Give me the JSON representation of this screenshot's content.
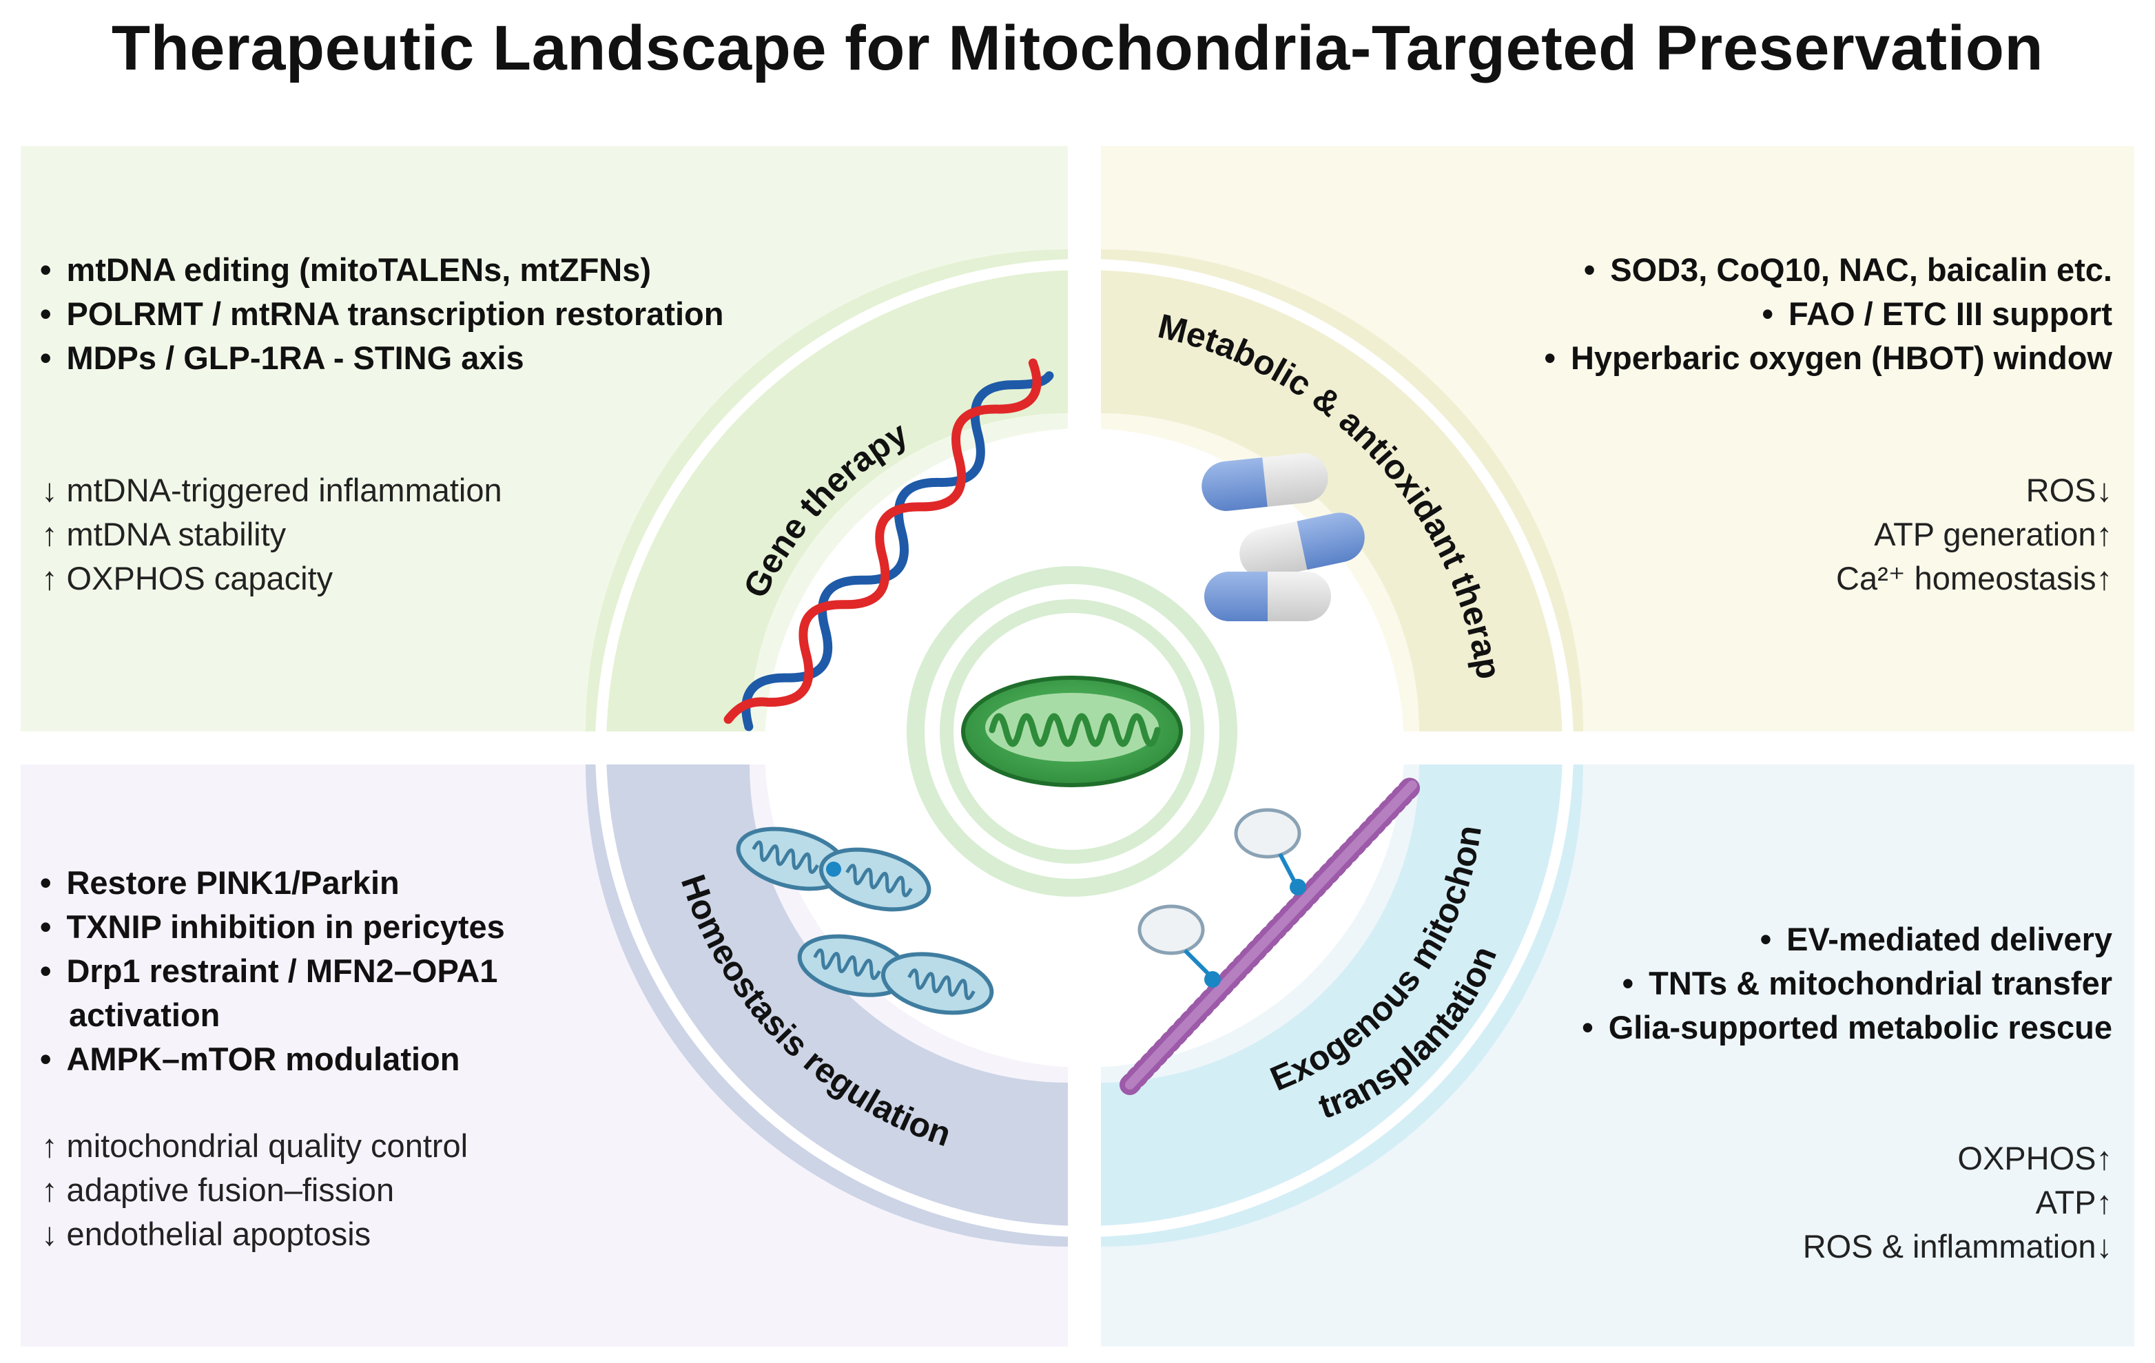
{
  "title": "Therapeutic Landscape for Mitochondria-Targeted Preservation",
  "colors": {
    "gene_panel": "#f2f8e9",
    "gene_ring": "#e4f1d4",
    "metabolic_panel": "#fbf9ea",
    "metabolic_ring": "#f1efd2",
    "homeostasis_panel": "#f6f3fb",
    "homeostasis_ring": "#ccd4e6",
    "transplant_panel": "#eef6fa",
    "transplant_ring": "#d4eef6",
    "center_green": "#4caf50"
  },
  "quadrants": {
    "gene_therapy": {
      "label": "Gene therapy",
      "bullets": [
        "mtDNA editing (mitoTALENs, mtZFNs)",
        "POLRMT / mtRNA transcription restoration",
        "MDPs / GLP-1RA - STING axis"
      ],
      "effects": [
        "↓ mtDNA-triggered inflammation",
        "↑ mtDNA stability",
        "↑ OXPHOS capacity"
      ]
    },
    "metabolic": {
      "label": "Metabolic & antioxidant therapy",
      "bullets": [
        "SOD3, CoQ10, NAC, baicalin etc.",
        "FAO / ETC III support",
        "Hyperbaric oxygen (HBOT) window"
      ],
      "effects": [
        "ROS↓",
        "ATP generation↑",
        "Ca²⁺ homeostasis↑"
      ]
    },
    "homeostasis": {
      "label": "Homeostasis regulation",
      "bullets": [
        "Restore PINK1/Parkin",
        "TXNIP inhibition in pericytes",
        "Drp1 restraint / MFN2–OPA1",
        "activation",
        "AMPK–mTOR modulation"
      ],
      "effects": [
        "↑ mitochondrial quality control",
        "↑ adaptive fusion–fission",
        "↓ endothelial apoptosis"
      ]
    },
    "transplantation": {
      "label_line1": "Exogenous mitochondrial",
      "label_line2": "transplantation",
      "bullets": [
        "EV-mediated delivery",
        "TNTs & mitochondrial transfer",
        "Glia-supported metabolic rescue"
      ],
      "effects": [
        "OXPHOS↑",
        "ATP↑",
        "ROS & inflammation↓"
      ]
    }
  }
}
